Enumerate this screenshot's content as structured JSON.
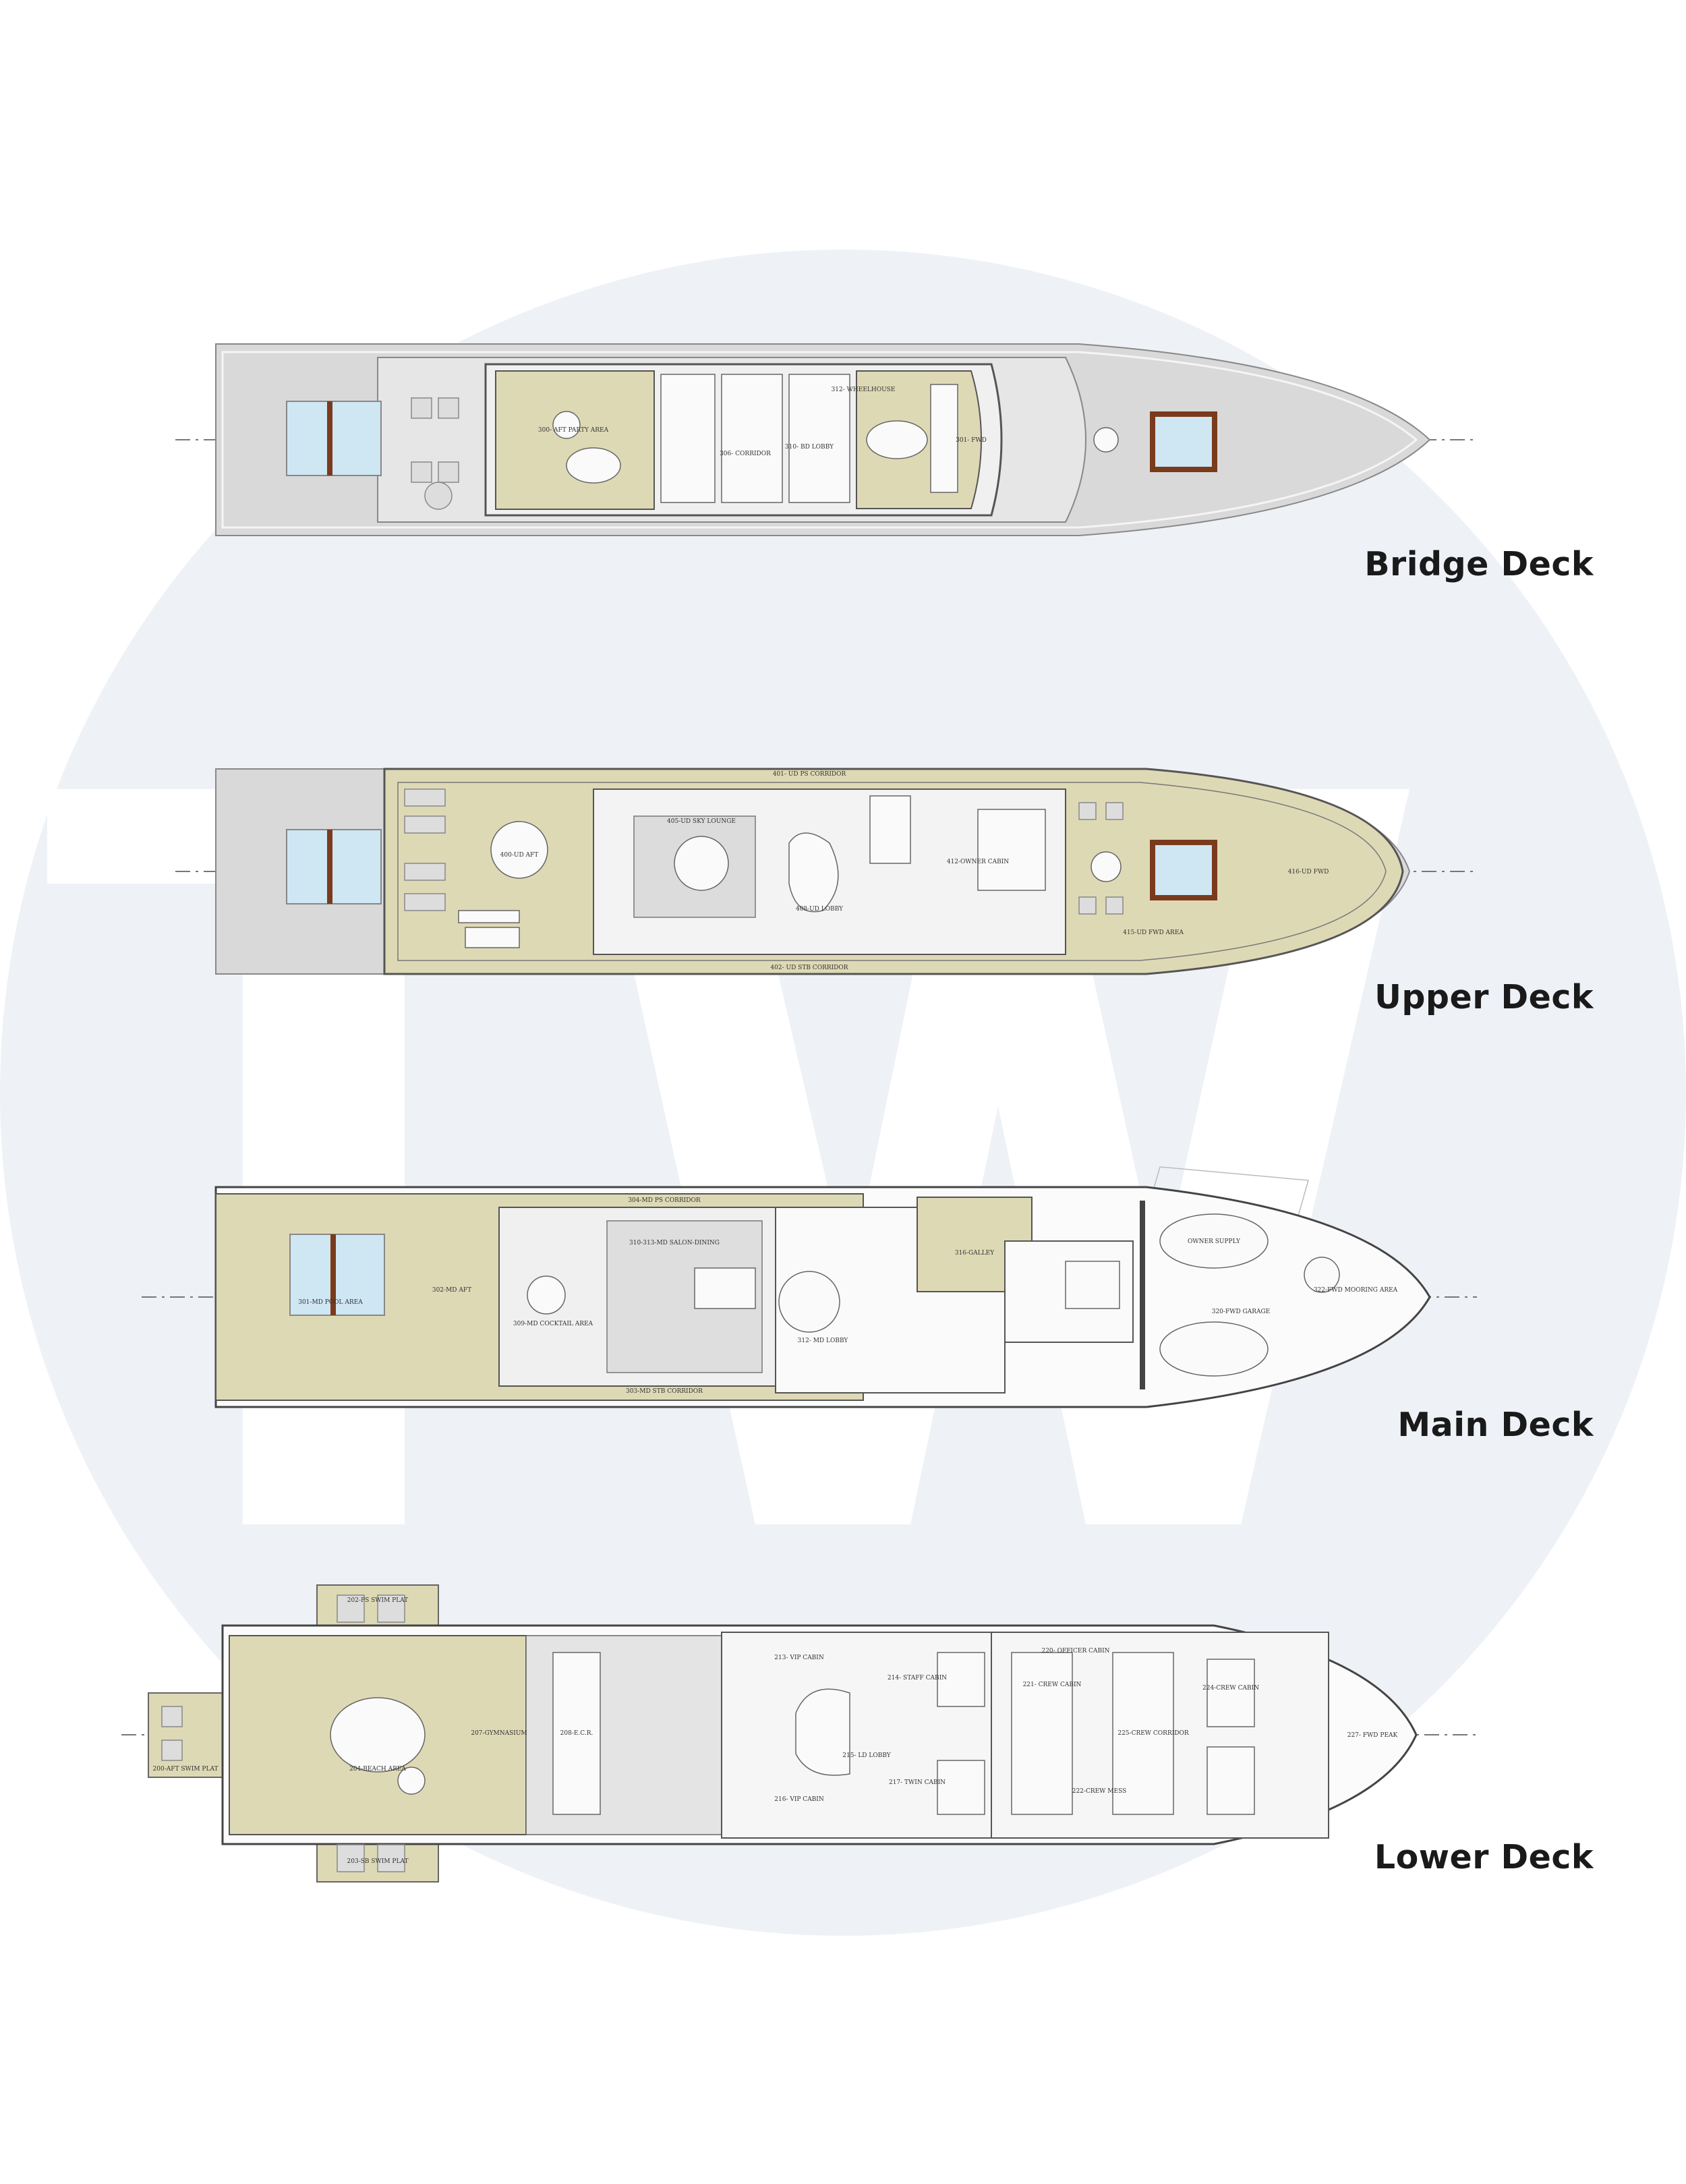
{
  "watermark": {
    "letters": "TW",
    "circle_color": "#eef2f7",
    "letter_color": "#ffffff"
  },
  "colors": {
    "deck_fill": "#ded9b5",
    "hull_line": "#555555",
    "light_gray": "#d9d9d9",
    "pool_blue": "#cfe6f3",
    "timber": "#7a3b1c"
  },
  "decks": [
    {
      "label": "Bridge Deck",
      "rooms": [
        "300- AFT PARTY AREA",
        "306- CORRIDOR",
        "310- BD LOBBY",
        "312- WHEELHOUSE",
        "301- FWD"
      ]
    },
    {
      "label": "Upper Deck",
      "rooms": [
        "400-UD AFT",
        "405-UD SKY LOUNGE",
        "408-UD LOBBY",
        "412-OWNER CABIN",
        "416-UD FWD",
        "415-UD FWD AREA",
        "401- UD PS CORRIDOR",
        "402- UD STB CORRIDOR"
      ]
    },
    {
      "label": "Main Deck",
      "rooms": [
        "301-MD POOL AREA",
        "302-MD AFT",
        "304-MD PS CORRIDOR",
        "309-MD COCKTAIL AREA",
        "310-313-MD SALON-DINING",
        "312- MD LOBBY",
        "316-GALLEY",
        "320-FWD GARAGE",
        "322-FWD MOORING AREA",
        "303-MD STB CORRIDOR",
        "OWNER SUPPLY"
      ]
    },
    {
      "label": "Lower Deck",
      "rooms": [
        "202-PS SWIM PLAT",
        "203-SB SWIM PLAT",
        "200-AFT SWIM PLAT",
        "204-BEACH AREA",
        "207-GYMNASIUM",
        "208-E.C.R.",
        "213- VIP CABIN",
        "214- STAFF CABIN",
        "215- LD LOBBY",
        "216- VIP CABIN",
        "217- TWIN CABIN",
        "220- OFFICER CABIN",
        "221- CREW CABIN",
        "222-CREW MESS",
        "224-CREW CABIN",
        "225-CREW CORRIDOR",
        "227- FWD PEAK"
      ]
    }
  ]
}
